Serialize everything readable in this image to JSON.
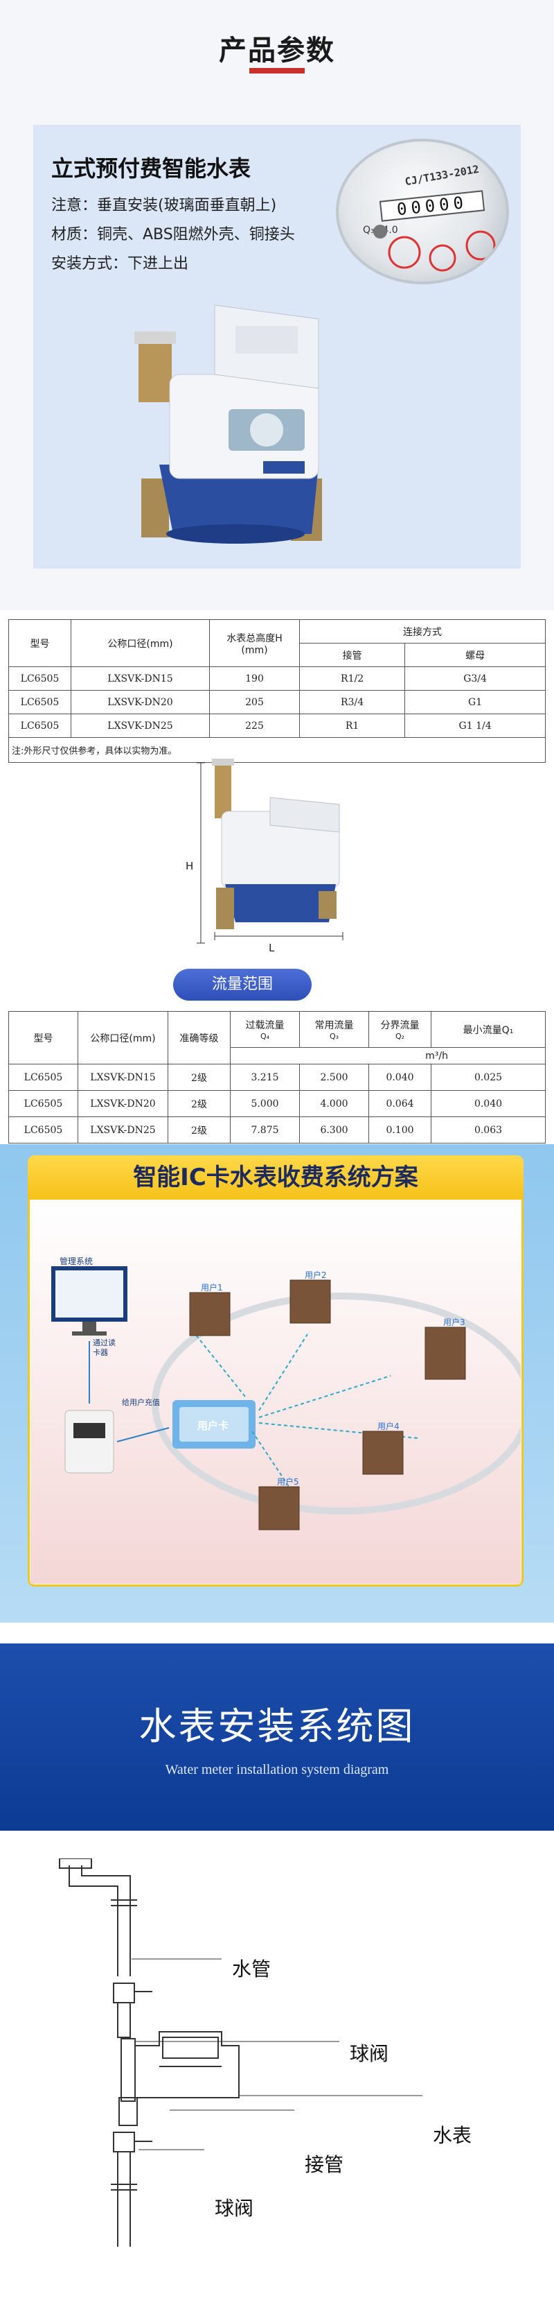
{
  "section1": {
    "title": "产品参数",
    "product_name": "立式预付费智能水表",
    "specs": [
      "注意：垂直安装(玻璃面垂直朝上)",
      "材质：铜壳、ABS阻燃外壳、铜接头",
      "安装方式：下进上出"
    ],
    "dial": {
      "standard": "CJ/T133-2012",
      "digits": "00000",
      "q": "Q₃=4.0"
    }
  },
  "table1": {
    "headers": {
      "model": "型号",
      "diameter": "公称口径(mm)",
      "height": "水表总高度H",
      "height_unit": "(mm)",
      "connection": "连接方式",
      "pipe": "接管",
      "nut": "螺母"
    },
    "rows": [
      {
        "model": "LC6505",
        "diameter": "LXSVK-DN15",
        "height": "190",
        "pipe": "R1/2",
        "nut": "G3/4"
      },
      {
        "model": "LC6505",
        "diameter": "LXSVK-DN20",
        "height": "205",
        "pipe": "R3/4",
        "nut": "G1"
      },
      {
        "model": "LC6505",
        "diameter": "LXSVK-DN25",
        "height": "225",
        "pipe": "R1",
        "nut": "G1 1/4"
      }
    ],
    "note": "注:外形尺寸仅供参考，具体以实物为准。"
  },
  "dimension": {
    "h": "H",
    "l": "L"
  },
  "flow_pill": "流量范围",
  "table2": {
    "headers": {
      "model": "型号",
      "diameter": "公称口径(mm)",
      "grade": "准确等级",
      "q4": "过载流量",
      "q4_sym": "Q₄",
      "q3": "常用流量",
      "q3_sym": "Q₃",
      "q2": "分界流量",
      "q2_sym": "Q₂",
      "q1": "最小流量Q₁",
      "unit": "m³/h"
    },
    "rows": [
      {
        "model": "LC6505",
        "diameter": "LXSVK-DN15",
        "grade": "2级",
        "q4": "3.215",
        "q3": "2.500",
        "q2": "0.040",
        "q1": "0.025"
      },
      {
        "model": "LC6505",
        "diameter": "LXSVK-DN20",
        "grade": "2级",
        "q4": "5.000",
        "q3": "4.000",
        "q2": "0.064",
        "q1": "0.040"
      },
      {
        "model": "LC6505",
        "diameter": "LXSVK-DN25",
        "grade": "2级",
        "q4": "7.875",
        "q3": "6.300",
        "q2": "0.100",
        "q1": "0.063"
      }
    ]
  },
  "section3": {
    "title": "智能IC卡水表收费系统方案",
    "mgmt": "管理系统",
    "reader": "通过读卡器",
    "recharge": "给用户充值",
    "card": "用户卡",
    "users": [
      "用户1",
      "用户2",
      "用户3",
      "用户4",
      "用户5"
    ]
  },
  "section4": {
    "title": "水表安装系统图",
    "subtitle": "Water meter installation system diagram"
  },
  "diagram": {
    "pipe": "水管",
    "ball_valve_top": "球阀",
    "meter": "水表",
    "joint": "接管",
    "ball_valve_bottom": "球阀"
  },
  "colors": {
    "title_bar": "#c9302c",
    "card_bg": "#dbe6f6",
    "pill": "#3a5cc8",
    "ic_banner": "#f5c21a",
    "ic_bg": "#a6d3f1",
    "install_banner": "#1349a6"
  }
}
